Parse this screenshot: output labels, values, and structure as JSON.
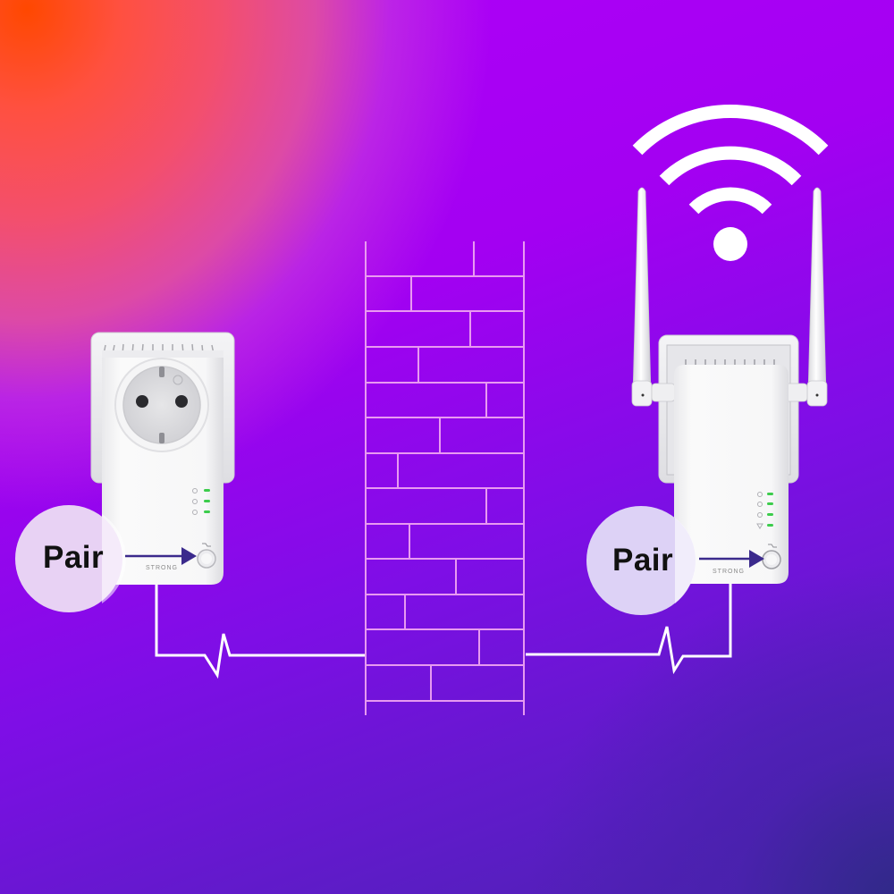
{
  "scene": {
    "description": "Powerline adapter pairing diagram: two adapters connected through a wall, pair button highlighted",
    "colors": {
      "background_hot_corner": "#ff4800",
      "background_main": "#b000f8",
      "background_bottom_right": "#2f2a86",
      "wall_lines": "#f0a0f0",
      "wire": "#ffffff",
      "pair_bubble_left": "#e8d2f4",
      "pair_bubble_right": "#ddd2f6",
      "arrow": "#3b2a8c",
      "led": "#3ccc4c",
      "device_body": "#f4f4f4"
    }
  },
  "left_device": {
    "type": "powerline-adapter-with-socket",
    "brand": "STRONG",
    "leds": [
      "power",
      "ethernet",
      "powerline"
    ],
    "button": "pair-button",
    "callout": {
      "label": "Pair"
    }
  },
  "right_device": {
    "type": "powerline-wifi-adapter-with-antennas",
    "brand": "STRONG",
    "leds": [
      "power",
      "ethernet",
      "powerline",
      "wifi"
    ],
    "button": "pair-button",
    "callout": {
      "label": "Pair"
    },
    "signal_icon": "wifi-icon"
  },
  "wall": {
    "icon": "brick-wall-icon",
    "rows": 13
  }
}
